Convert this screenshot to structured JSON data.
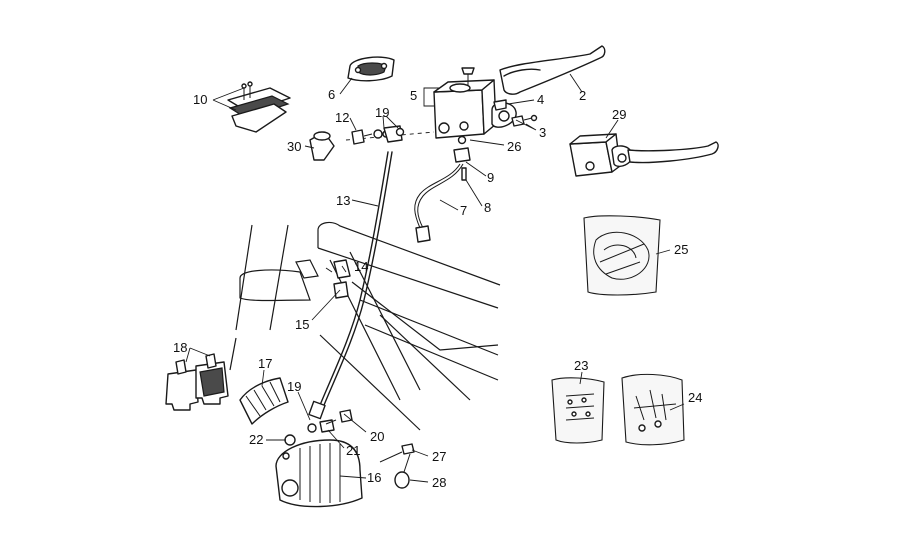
{
  "diagram": {
    "callouts": [
      {
        "id": "c2",
        "text": "2"
      },
      {
        "id": "c3",
        "text": "3"
      },
      {
        "id": "c4",
        "text": "4"
      },
      {
        "id": "c5",
        "text": "5"
      },
      {
        "id": "c6",
        "text": "6"
      },
      {
        "id": "c7",
        "text": "7"
      },
      {
        "id": "c8",
        "text": "8"
      },
      {
        "id": "c9",
        "text": "9"
      },
      {
        "id": "c10",
        "text": "10"
      },
      {
        "id": "c12",
        "text": "12"
      },
      {
        "id": "c13",
        "text": "13"
      },
      {
        "id": "c14",
        "text": "14"
      },
      {
        "id": "c15",
        "text": "15"
      },
      {
        "id": "c16",
        "text": "16"
      },
      {
        "id": "c17",
        "text": "17"
      },
      {
        "id": "c18",
        "text": "18"
      },
      {
        "id": "c19a",
        "text": "19"
      },
      {
        "id": "c19b",
        "text": "19"
      },
      {
        "id": "c20",
        "text": "20"
      },
      {
        "id": "c21",
        "text": "21"
      },
      {
        "id": "c22",
        "text": "22"
      },
      {
        "id": "c23",
        "text": "23"
      },
      {
        "id": "c24",
        "text": "24"
      },
      {
        "id": "c25",
        "text": "25"
      },
      {
        "id": "c26",
        "text": "26"
      },
      {
        "id": "c27",
        "text": "27"
      },
      {
        "id": "c28",
        "text": "28"
      },
      {
        "id": "c29",
        "text": "29"
      },
      {
        "id": "c30",
        "text": "30"
      }
    ],
    "colors": {
      "ink": "#1a1a1a",
      "paper": "#ffffff"
    }
  }
}
